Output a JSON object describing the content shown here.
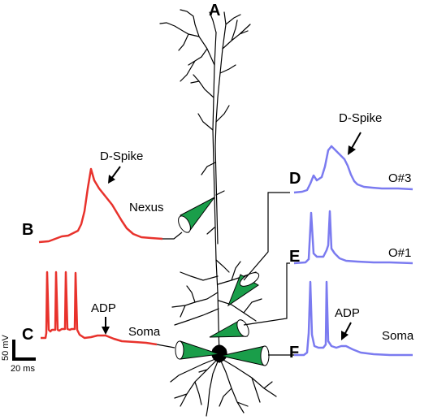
{
  "panels": {
    "a": "A",
    "b": "B",
    "c": "C",
    "d": "D",
    "e": "E",
    "f": "F"
  },
  "annotations": {
    "b_dspike": "D-Spike",
    "d_dspike": "D-Spike",
    "c_adp": "ADP",
    "f_adp": "ADP"
  },
  "locations": {
    "nexus": "Nexus",
    "soma_left": "Soma",
    "o3": "O#3",
    "o1": "O#1",
    "soma_right": "Soma"
  },
  "scale_bar": {
    "voltage": "50 mV",
    "time": "20 ms"
  },
  "colors": {
    "red_trace": "#e8322c",
    "blue_trace": "#7b7bf0",
    "electrode": "#1a9e4a",
    "neuron": "#000000"
  }
}
